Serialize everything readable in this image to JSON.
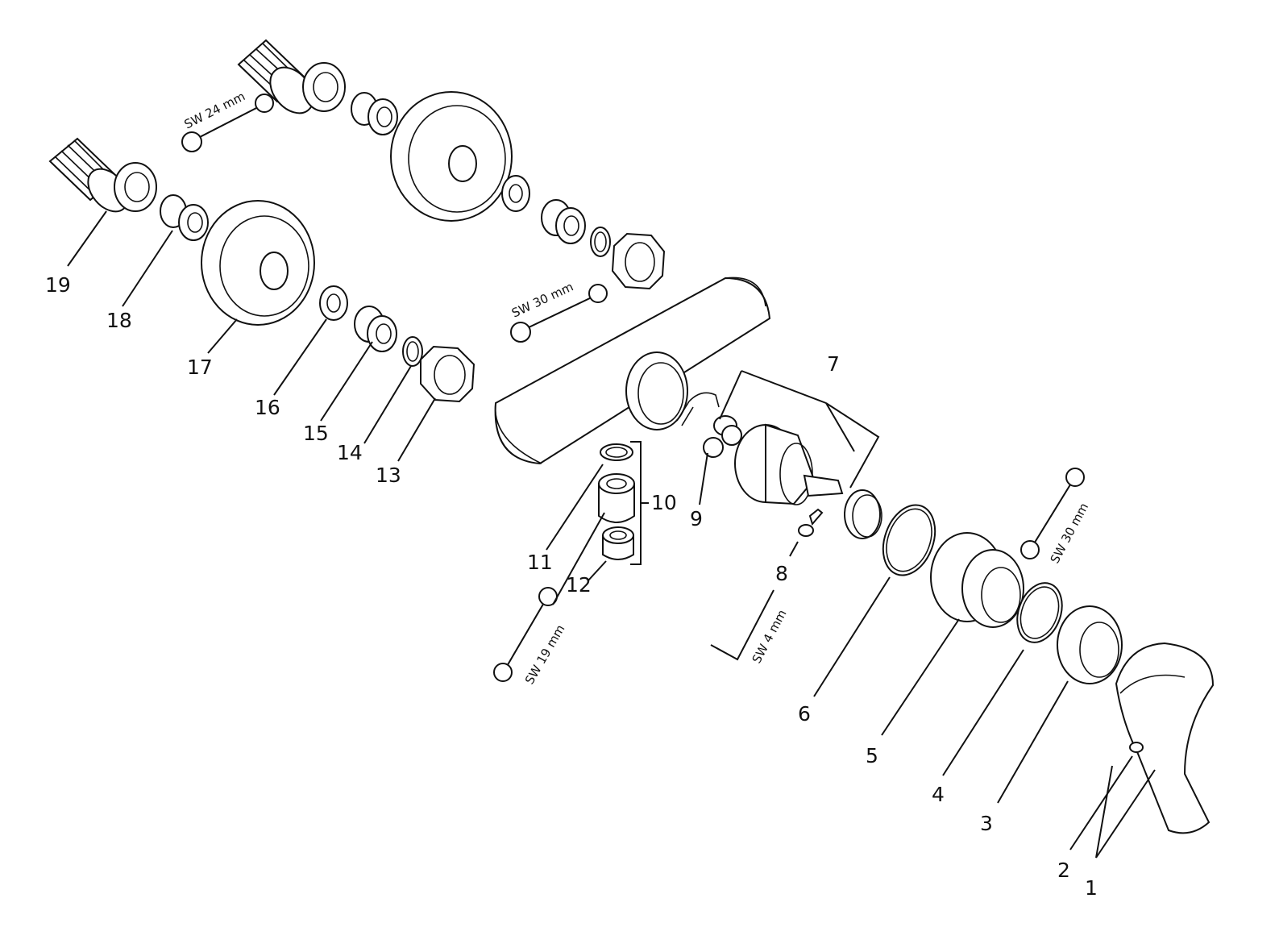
{
  "labels": {
    "n1": "1",
    "n2": "2",
    "n3": "3",
    "n4": "4",
    "n5": "5",
    "n6": "6",
    "n7": "7",
    "n8": "8",
    "n9": "9",
    "n10": "10",
    "n11": "11",
    "n12": "12",
    "n13": "13",
    "n14": "14",
    "n15": "15",
    "n16": "16",
    "n17": "17",
    "n18": "18",
    "n19": "19"
  },
  "wrenches": {
    "sw24": "SW 24 mm",
    "sw30_top": "SW 30 mm",
    "sw30_right": "SW 30 mm",
    "sw19": "SW 19 mm",
    "sw4": "SW 4 mm"
  },
  "colors": {
    "line": "#111111",
    "background": "#ffffff"
  }
}
